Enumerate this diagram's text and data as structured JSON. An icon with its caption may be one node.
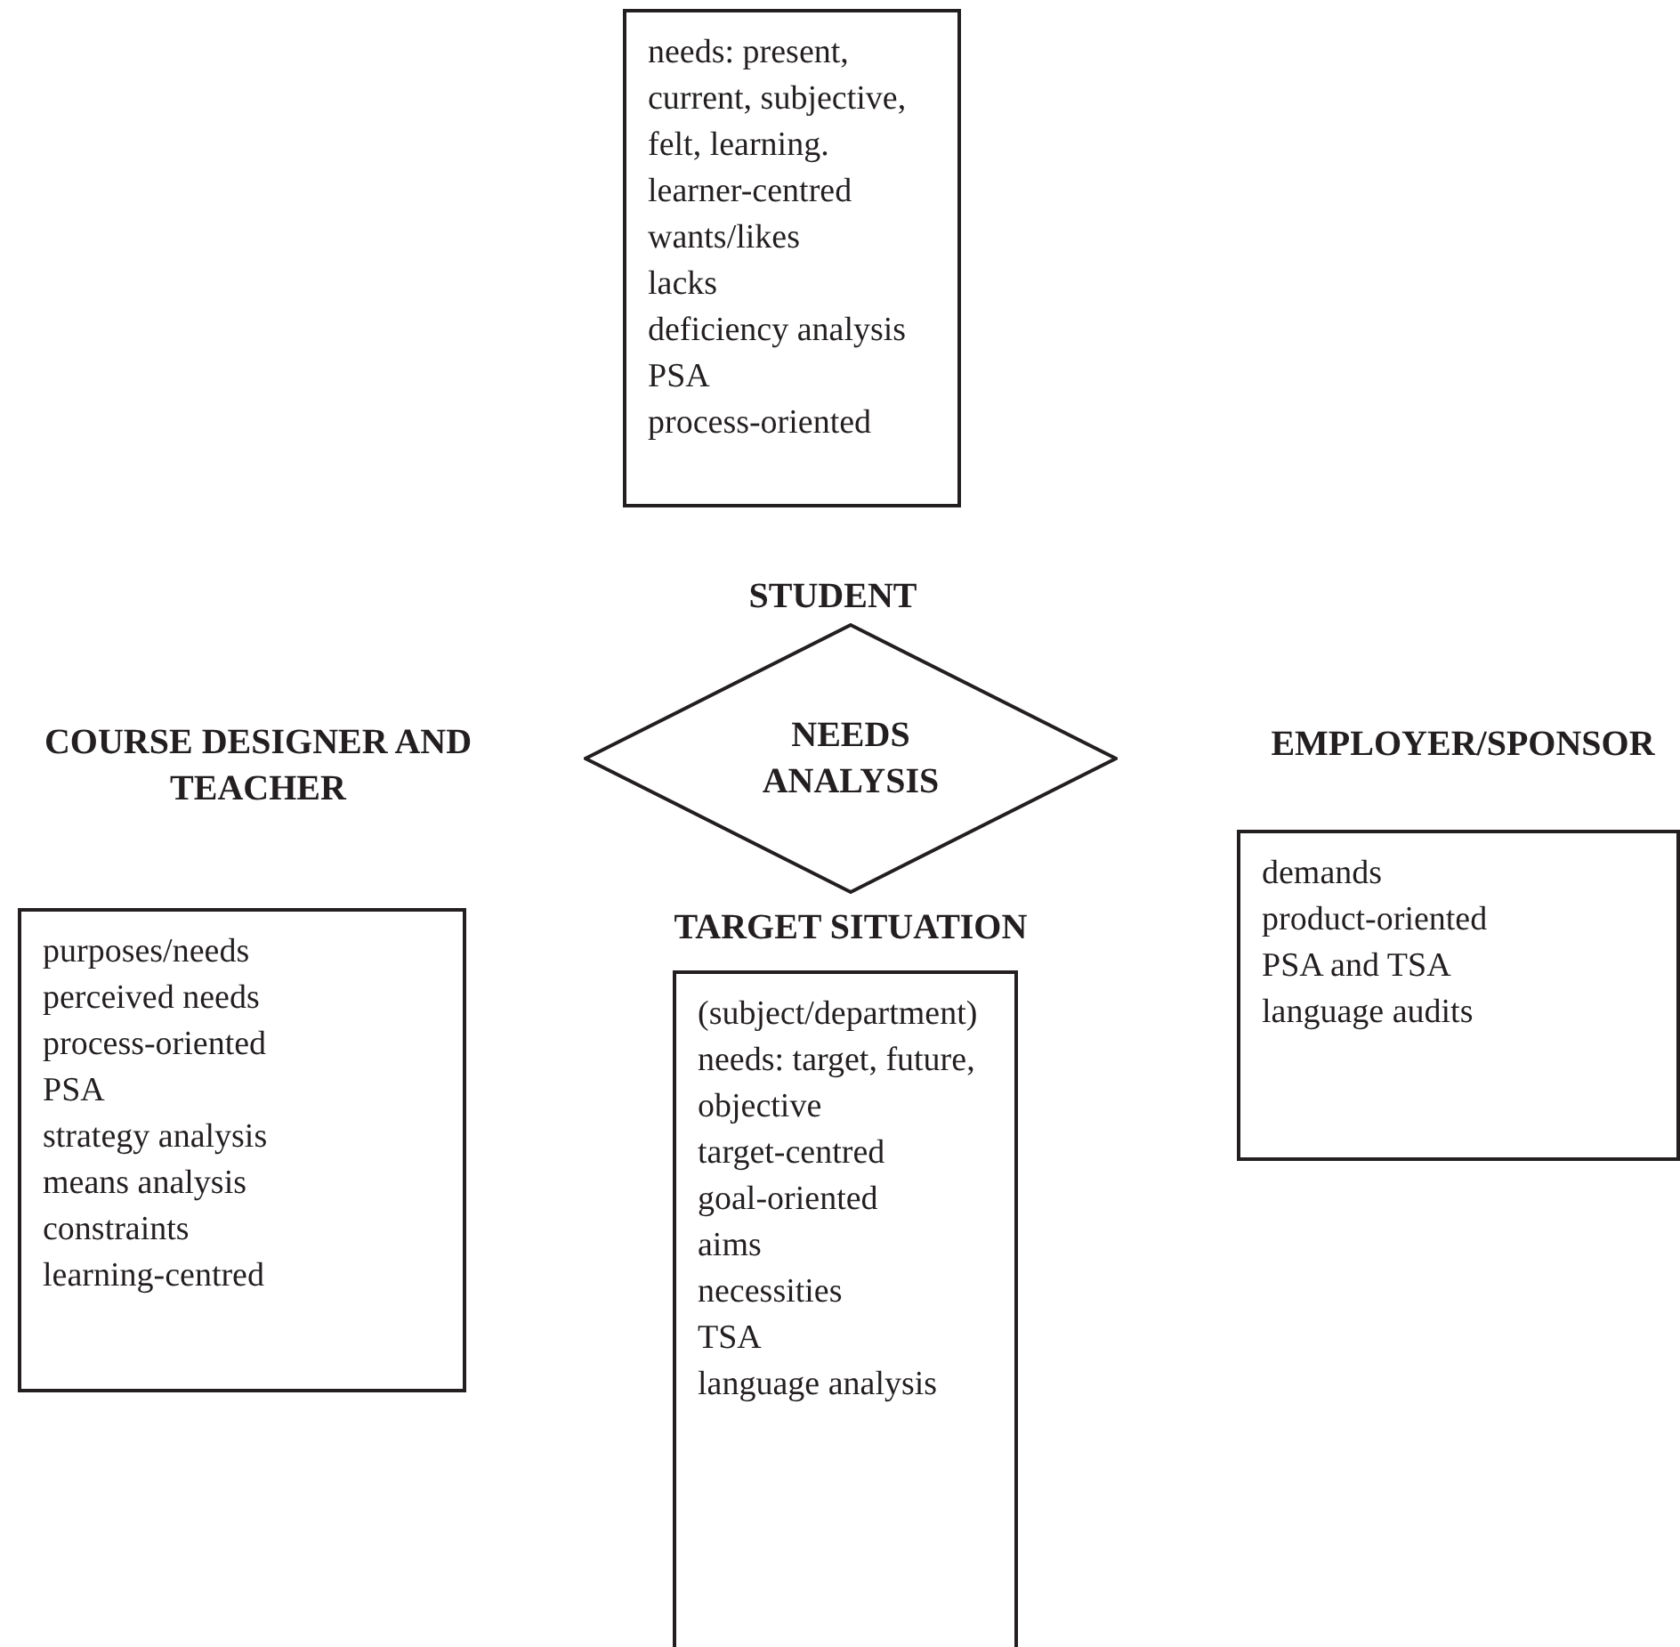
{
  "diagram": {
    "nodes": [
      {
        "text": [
          "needs: present, current, subjective, felt, learning.",
          "learner-centred",
          "wants/likes",
          "lacks",
          "deficiency analysis",
          "PSA",
          "process-oriented",
          "STUDENT"
        ]
      },
      {
        "text": [
          "NEEDS ANALYSIS"
        ]
      },
      {
        "text": [
          "COURSE DESIGNER AND TEACHER",
          "purposes/needs",
          "perceived needs",
          "process-oriented",
          "PSA",
          "strategy analysis",
          "means analysis",
          "constraints",
          "learning-centred"
        ]
      },
      {
        "text": [
          "EMPLOYER/SPONSOR",
          "demands",
          "product-oriented",
          "PSA and TSA",
          "language audits"
        ]
      },
      {
        "text": [
          "TARGET SITUATION",
          "(subject/department)",
          "needs: target, future, objective",
          "target-centred",
          "goal-oriented",
          "aims",
          "necessities",
          "TSA",
          "language analysis"
        ]
      }
    ],
    "edges": []
  }
}
